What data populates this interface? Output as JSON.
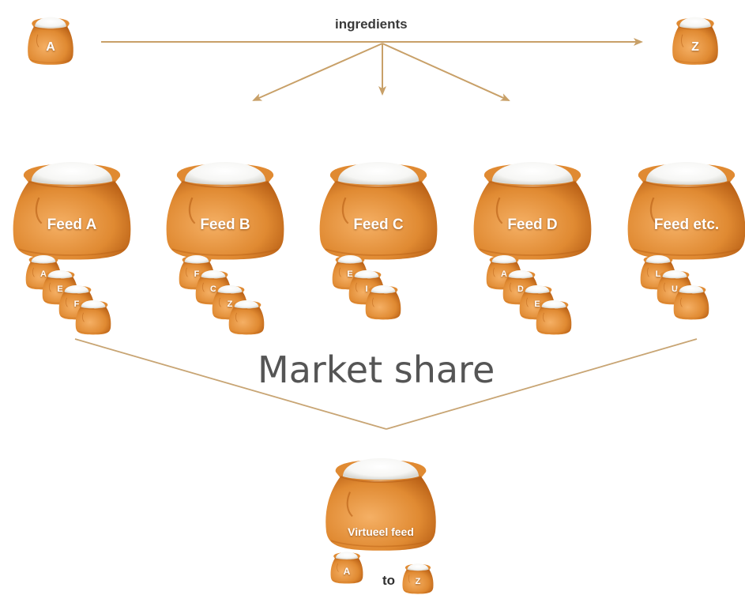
{
  "ingredients_label": "ingredients",
  "market_share_label": "Market share",
  "to_label": "to",
  "colors": {
    "sack_light": "#f5b065",
    "sack_mid": "#e08a32",
    "sack_dark": "#b85f15",
    "flour": "#f6f6f4",
    "arrow": "#c8a068",
    "line": "#c8a574"
  },
  "ingredient_sacks": [
    {
      "label": "A"
    },
    {
      "label": "Z"
    }
  ],
  "feeds": [
    {
      "label": "Feed A",
      "ingredients": [
        "A",
        "E",
        "F",
        ""
      ]
    },
    {
      "label": "Feed B",
      "ingredients": [
        "F",
        "C",
        "Z",
        ""
      ]
    },
    {
      "label": "Feed C",
      "ingredients": [
        "E",
        "I",
        ""
      ]
    },
    {
      "label": "Feed D",
      "ingredients": [
        "A",
        "D",
        "E",
        ""
      ]
    },
    {
      "label": "Feed etc.",
      "ingredients": [
        "L",
        "U",
        ""
      ]
    }
  ],
  "virtual_feed": {
    "label": "Virtueel feed",
    "range_start": "A",
    "range_end": "Z"
  }
}
